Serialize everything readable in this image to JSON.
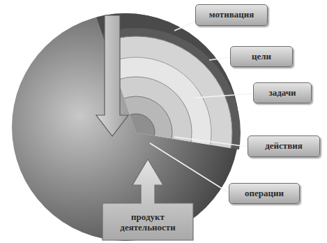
{
  "diagram": {
    "nodes": [
      {
        "text": [
          "мотивация"
        ]
      },
      {
        "text": [
          "цели"
        ]
      },
      {
        "text": [
          "задачи"
        ]
      },
      {
        "text": [
          "действия"
        ]
      },
      {
        "text": [
          "операции"
        ]
      },
      {
        "text": [
          "продукт деятельности"
        ]
      }
    ]
  }
}
